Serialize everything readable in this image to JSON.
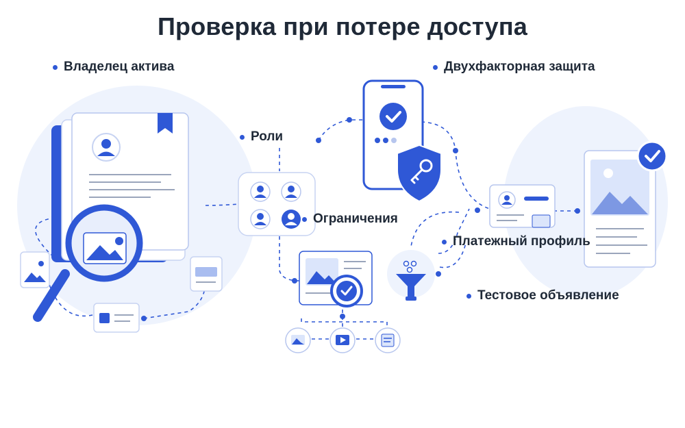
{
  "title": "Проверка при потере доступа",
  "labels": {
    "asset_owner": "Владелец актива",
    "roles": "Роли",
    "two_factor": "Двухфакторная защита",
    "restrictions": "Ограничения",
    "payment_profile": "Платежный профиль",
    "test_ad": "Тестовое объявление"
  },
  "colors": {
    "accent": "#2f58d6",
    "accent_light": "#dbe5fb",
    "line": "#2f58d6",
    "bg_blob": "#eef3fd",
    "text": "#1f2937"
  },
  "icons": [
    "magnifier-icon",
    "document-icon",
    "bookmark-icon",
    "user-avatar-icon",
    "check-icon",
    "shield-key-icon",
    "image-icon",
    "video-icon",
    "filter-funnel-icon",
    "smartphone-icon"
  ]
}
